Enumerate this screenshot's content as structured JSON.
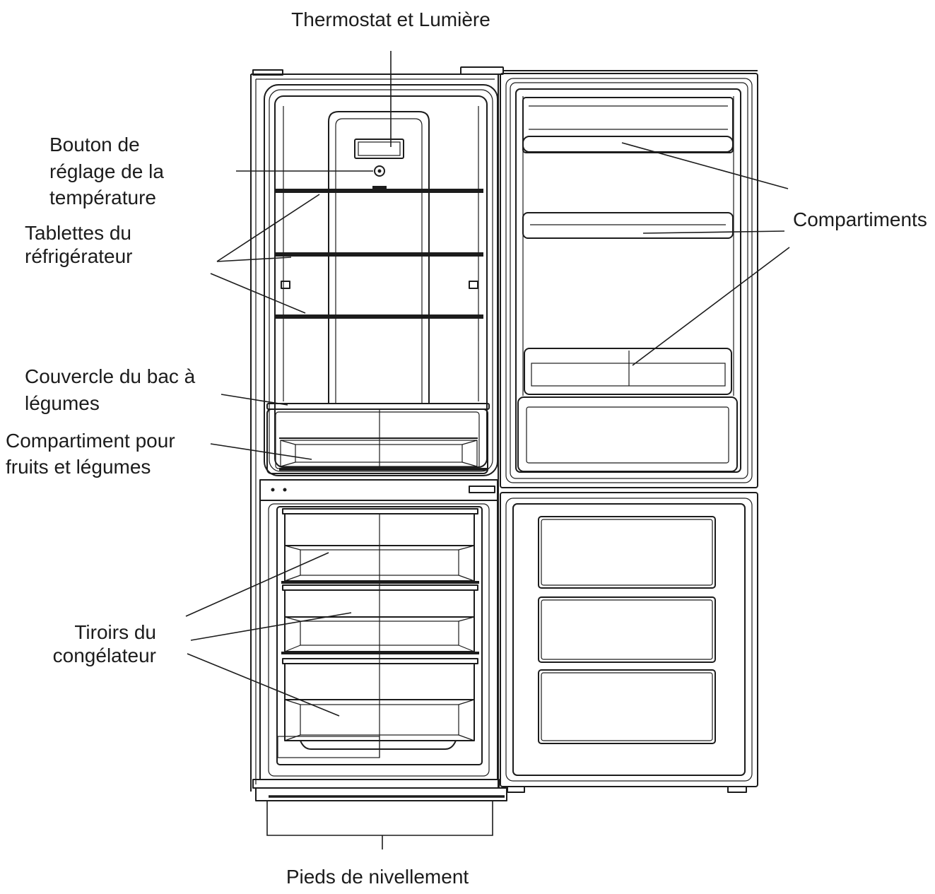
{
  "labels": {
    "thermostat": [
      "Thermostat et Lumière"
    ],
    "bouton": [
      "Bouton de",
      "réglage de la",
      "température"
    ],
    "tablettes": [
      "Tablettes du",
      "réfrigérateur"
    ],
    "couvercle": [
      "Couvercle du bac à",
      "légumes"
    ],
    "compartiment_fruits": [
      "Compartiment pour",
      "fruits et légumes"
    ],
    "tiroirs": [
      "Tiroirs du",
      "congélateur"
    ],
    "compartiments": [
      "Compartiments"
    ],
    "pieds": [
      "Pieds de nivellement"
    ]
  },
  "colors": {
    "ink": "#1c1c1c",
    "background": "#ffffff"
  }
}
